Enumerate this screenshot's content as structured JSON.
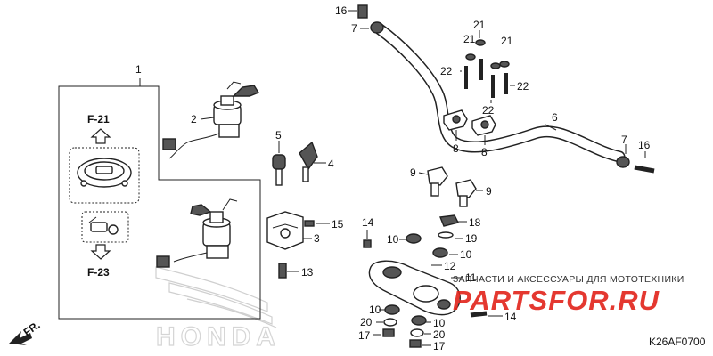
{
  "refs": {
    "p1": "1",
    "p2": "2",
    "p3": "3",
    "p4": "4",
    "p5": "5",
    "p6": "6",
    "p7a": "7",
    "p7b": "7",
    "p8a": "8",
    "p8b": "8",
    "p9a": "9",
    "p9b": "9",
    "p10a": "10",
    "p10b": "10",
    "p10c": "10",
    "p10d": "10",
    "p11": "11",
    "p12": "12",
    "p13": "13",
    "p14a": "14",
    "p14b": "14",
    "p15": "15",
    "p16a": "16",
    "p16b": "16",
    "p17a": "17",
    "p17b": "17",
    "p18": "18",
    "p19": "19",
    "p20a": "20",
    "p20b": "20",
    "p21a": "21",
    "p21b": "21",
    "p21c": "21",
    "p22a": "22",
    "p22b": "22",
    "p22c": "22"
  },
  "section_refs": {
    "f21": "F-21",
    "f23": "F-23"
  },
  "orientation_label": "FR.",
  "watermark": {
    "brand": "HONDA",
    "shop_tagline": "ЗАПЧАСТИ И АКСЕССУАРЫ ДЛЯ МОТОТЕХНИКИ",
    "shop_name": "PARTSFOR.RU",
    "shop_color": "#e2231a"
  },
  "diagram_code": "K26AF0700"
}
